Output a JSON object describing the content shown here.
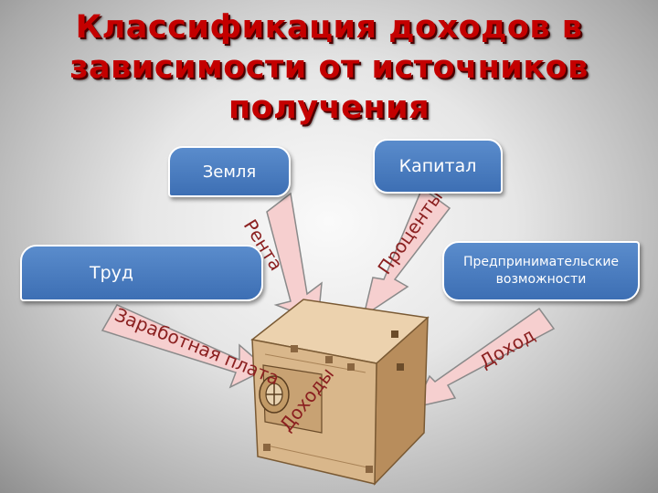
{
  "title": {
    "line1": "Классификация доходов в",
    "line2": "зависимости от источников",
    "line3": "получения"
  },
  "sources": {
    "zemlya": "Земля",
    "kapital": "Капитал",
    "trud": "Труд",
    "predp_line1": "Предпринимательские",
    "predp_line2": "возможности"
  },
  "incomes": {
    "renta": "Рента",
    "procenty": "Проценты",
    "zarplata": "Заработная плата",
    "dohod": "Доход",
    "dohody": "Доходы"
  },
  "colors": {
    "title": "#c40000",
    "box": "#4a7ec0",
    "arrow": "#f6cfcf",
    "label": "#8b2020",
    "safe": "#d9b78b"
  }
}
